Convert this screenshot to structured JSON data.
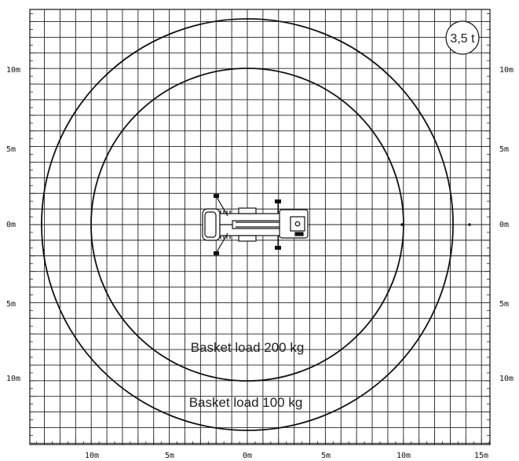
{
  "badge": {
    "text": "3,5 t"
  },
  "axes": {
    "x_tick_labels": [
      "10m",
      "5m",
      "0m",
      "5m",
      "10m",
      "15m"
    ],
    "y_tick_labels": [
      "10m",
      "5m",
      "0m",
      "5m",
      "10m"
    ]
  },
  "zones": [
    {
      "label": "Basket load 200 kg"
    },
    {
      "label": "Basket load 100 kg"
    }
  ],
  "chart_data": {
    "type": "diagram",
    "grid": true,
    "x_range_m": [
      -13.7,
      15.8
    ],
    "y_range_m": [
      -13.7,
      13.5
    ],
    "envelopes": [
      {
        "label": "Basket load 200 kg",
        "center_m": [
          0,
          0
        ],
        "radius_x_m": 10,
        "radius_y_m": 10
      },
      {
        "label": "Basket load 100 kg",
        "center_m": [
          0,
          0
        ],
        "radius_x_m": 13.2,
        "radius_y_m": 13.4
      }
    ],
    "rated_load_t": "3,5 t"
  }
}
